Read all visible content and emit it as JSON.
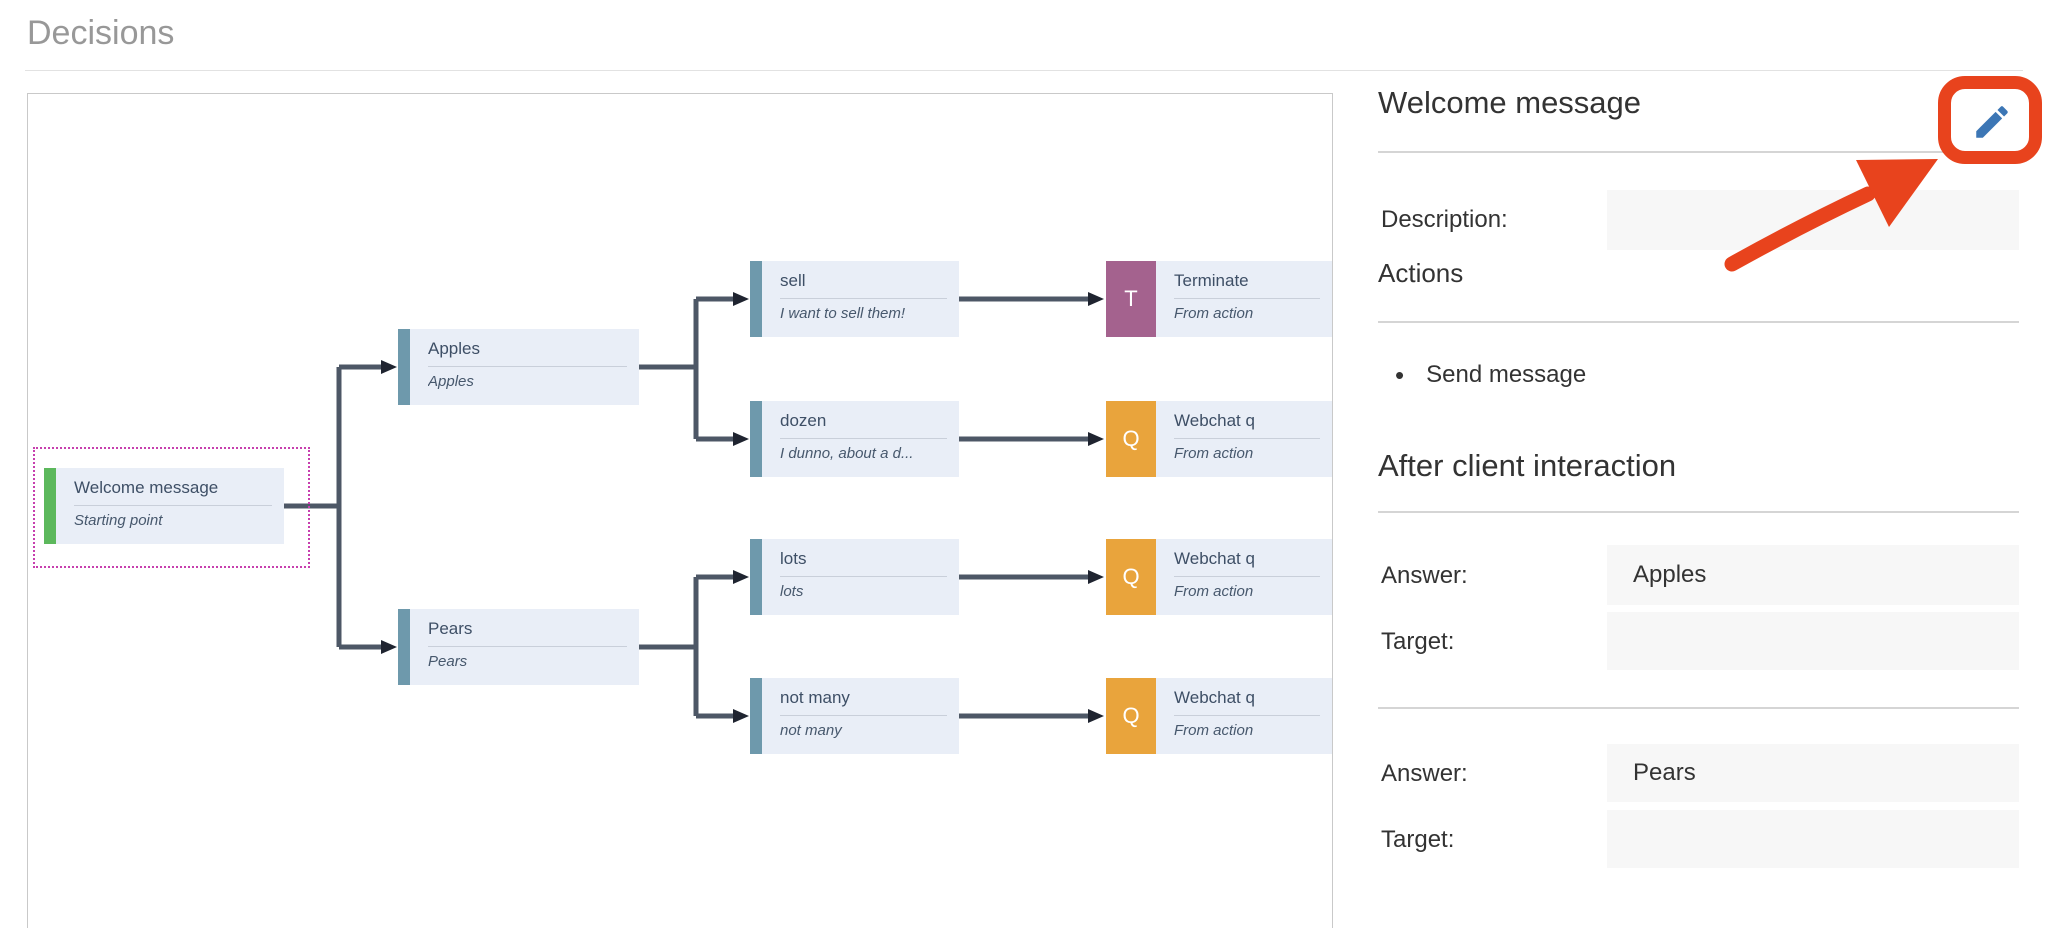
{
  "page": {
    "title": "Decisions"
  },
  "tree": {
    "nodes": [
      {
        "title": "Welcome message",
        "subtitle": "Starting point",
        "accent": "green",
        "selected": true
      },
      {
        "title": "Apples",
        "subtitle": "Apples",
        "accent": "blue"
      },
      {
        "title": "Pears",
        "subtitle": "Pears",
        "accent": "blue"
      },
      {
        "title": "sell",
        "subtitle": "I want to sell them!",
        "accent": "blue"
      },
      {
        "title": "dozen",
        "subtitle": "I dunno, about a d...",
        "accent": "blue"
      },
      {
        "title": "lots",
        "subtitle": "lots",
        "accent": "blue"
      },
      {
        "title": "not many",
        "subtitle": "not many",
        "accent": "blue"
      },
      {
        "title": "Terminate",
        "subtitle": "From action",
        "badge": "T"
      },
      {
        "title": "Webchat q",
        "subtitle": "From action",
        "badge": "Q"
      },
      {
        "title": "Webchat q",
        "subtitle": "From action",
        "badge": "Q"
      },
      {
        "title": "Webchat q",
        "subtitle": "From action",
        "badge": "Q"
      }
    ]
  },
  "panel": {
    "title": "Welcome message",
    "description_label": "Description:",
    "description_value": "",
    "actions_heading": "Actions",
    "actions": [
      "Send message"
    ],
    "bullet": "•",
    "after_heading": "After client interaction",
    "groups": [
      {
        "answer_label": "Answer:",
        "answer_value": "Apples",
        "target_label": "Target:",
        "target_value": ""
      },
      {
        "answer_label": "Answer:",
        "answer_value": "Pears",
        "target_label": "Target:",
        "target_value": ""
      }
    ]
  },
  "icons": {
    "edit": "pencil-icon"
  },
  "colors": {
    "accent_green": "#5cb85c",
    "accent_blue": "#6e99ac",
    "badge_terminate": "#a4628e",
    "badge_question": "#e9a43c",
    "node_background": "#e9eef7",
    "connector": "#4d5766",
    "selection_dotted": "#c73fae",
    "annotation_red": "#e8431d",
    "pencil_blue": "#3c76b5",
    "title_gray": "#989898"
  }
}
